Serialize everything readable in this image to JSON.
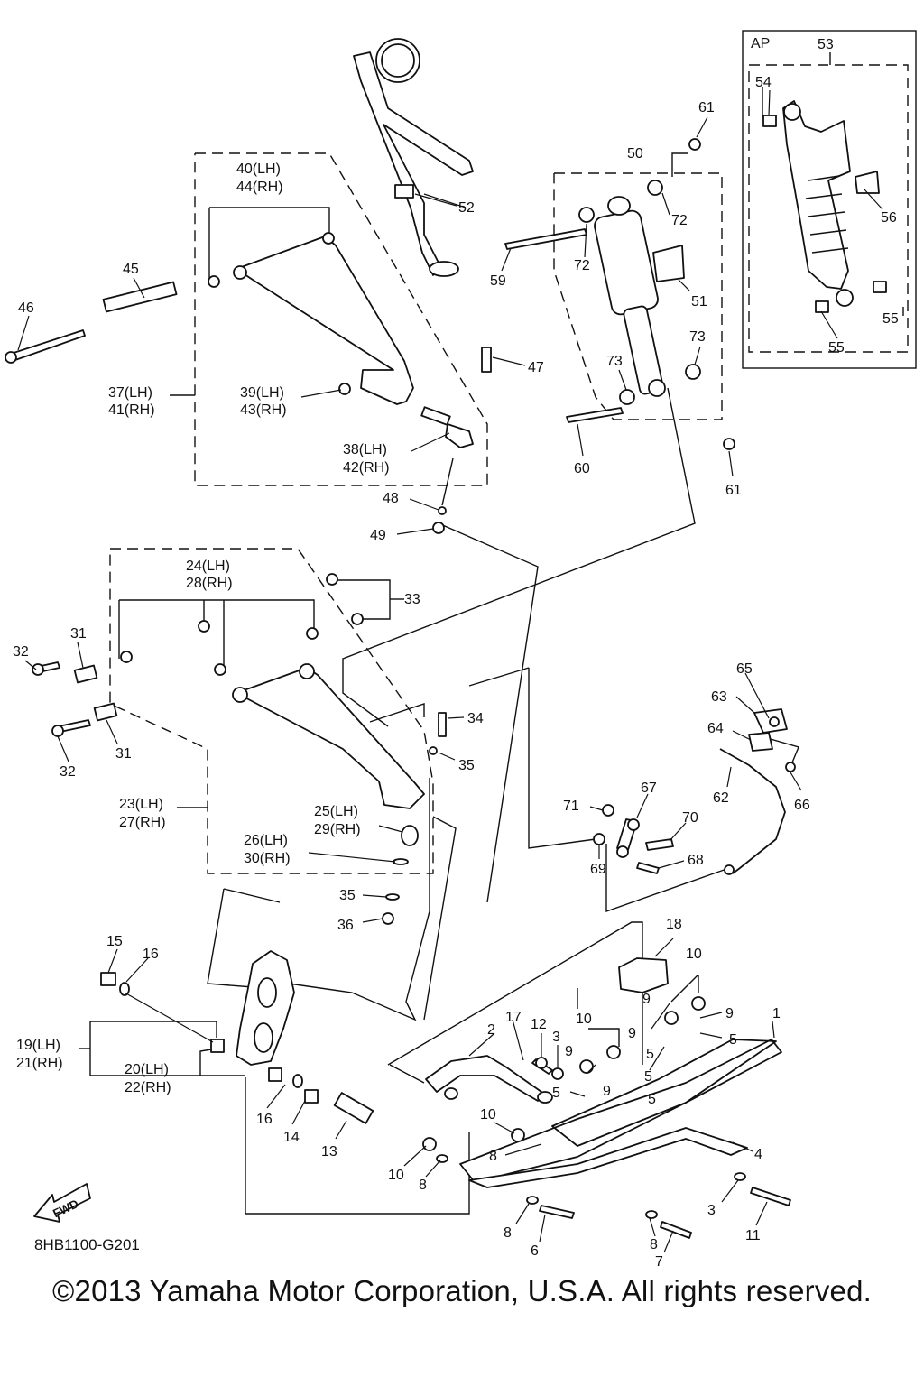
{
  "diagram_code": "8HB1100-G201",
  "copyright": "©2013 Yamaha Motor Corporation, U.S.A. All rights reserved.",
  "fwd_label": "FWD",
  "ap_label": "AP",
  "labels": {
    "p1": "1",
    "p2": "2",
    "p3a": "3",
    "p3b": "3",
    "p4": "4",
    "p5a": "5",
    "p5b": "5",
    "p5c": "5",
    "p5d": "5",
    "p5e": "5",
    "p6": "6",
    "p7": "7",
    "p8a": "8",
    "p8b": "8",
    "p8c": "8",
    "p8d": "8",
    "p9a": "9",
    "p9b": "9",
    "p9c": "9",
    "p9d": "9",
    "p9e": "9",
    "p10a": "10",
    "p10b": "10",
    "p10c": "10",
    "p10d": "10",
    "p11": "11",
    "p12": "12",
    "p13": "13",
    "p14": "14",
    "p15": "15",
    "p16a": "16",
    "p16b": "16",
    "p17": "17",
    "p18": "18",
    "p19_lh": "19(LH)",
    "p21_rh": "21(RH)",
    "p20_lh": "20(LH)",
    "p22_rh": "22(RH)",
    "p23_lh": "23(LH)",
    "p27_rh": "27(RH)",
    "p24_lh": "24(LH)",
    "p28_rh": "28(RH)",
    "p25_lh": "25(LH)",
    "p29_rh": "29(RH)",
    "p26_lh": "26(LH)",
    "p30_rh": "30(RH)",
    "p31a": "31",
    "p31b": "31",
    "p32a": "32",
    "p32b": "32",
    "p33": "33",
    "p34": "34",
    "p35a": "35",
    "p35b": "35",
    "p36": "36",
    "p37_lh": "37(LH)",
    "p41_rh": "41(RH)",
    "p38_lh": "38(LH)",
    "p42_rh": "42(RH)",
    "p39_lh": "39(LH)",
    "p43_rh": "43(RH)",
    "p40_lh": "40(LH)",
    "p44_rh": "44(RH)",
    "p45": "45",
    "p46": "46",
    "p47": "47",
    "p48": "48",
    "p49": "49",
    "p50": "50",
    "p51": "51",
    "p52": "52",
    "p53": "53",
    "p54": "54",
    "p55a": "55",
    "p55b": "55",
    "p56": "56",
    "p59": "59",
    "p60": "60",
    "p61a": "61",
    "p61b": "61",
    "p62": "62",
    "p63": "63",
    "p64": "64",
    "p65": "65",
    "p66": "66",
    "p67": "67",
    "p68": "68",
    "p69": "69",
    "p70": "70",
    "p71": "71",
    "p72a": "72",
    "p72b": "72",
    "p73a": "73",
    "p73b": "73"
  }
}
